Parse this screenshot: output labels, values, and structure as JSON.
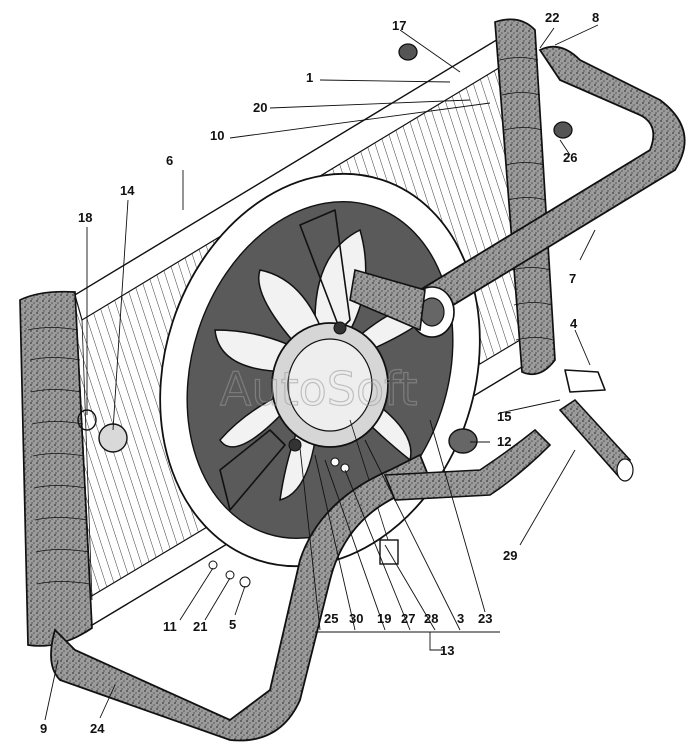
{
  "watermark": "AutoSoft",
  "callouts": [
    "1",
    "3",
    "4",
    "5",
    "6",
    "7",
    "8",
    "9",
    "10",
    "11",
    "12",
    "13",
    "14",
    "15",
    "17",
    "18",
    "19",
    "20",
    "21",
    "22",
    "23",
    "24",
    "25",
    "26",
    "27",
    "28",
    "29",
    "30"
  ]
}
